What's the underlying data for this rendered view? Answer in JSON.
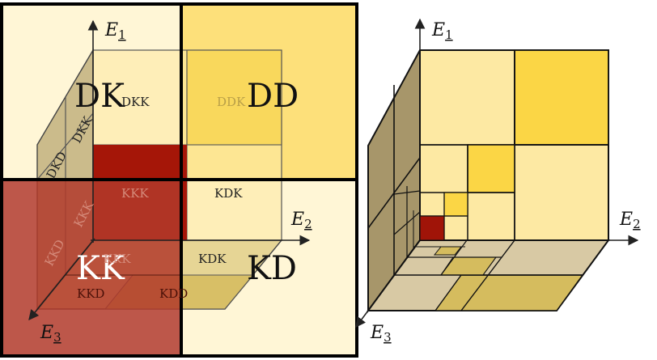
{
  "colors": {
    "light": "#fff6d6",
    "pale": "#fde9a3",
    "mid": "#f8d862",
    "gold": "#f5cc3a",
    "olive": "#a7966a",
    "khaki": "#d8c9a4",
    "red": "#a01408",
    "red_overlay": "#ab3426",
    "line": "#111111"
  },
  "left": {
    "quadrants": {
      "dk": "DK",
      "dd": "DD",
      "kk": "KK",
      "kd": "KD"
    },
    "cube_labels": {
      "dkk": "DKK",
      "ddk": "DDK",
      "kkk_top": "KKK",
      "kdk_top": "KDK",
      "kkk_front": "KKK",
      "kdk_front": "KDK",
      "kkd": "KKD",
      "kdd": "KDD",
      "dkd": "DKD",
      "dkk_side": "DKK",
      "kkk_side": "KKK",
      "kkd_side": "KKD"
    },
    "axes": {
      "e1": {
        "letter": "E",
        "index": "1"
      },
      "e2": {
        "letter": "E",
        "index": "2"
      },
      "e3": {
        "letter": "E",
        "index": "3"
      }
    }
  },
  "right": {
    "axes": {
      "e1": {
        "letter": "E",
        "index": "1"
      },
      "e2": {
        "letter": "E",
        "index": "2"
      },
      "e3": {
        "letter": "E",
        "index": "3"
      }
    }
  }
}
